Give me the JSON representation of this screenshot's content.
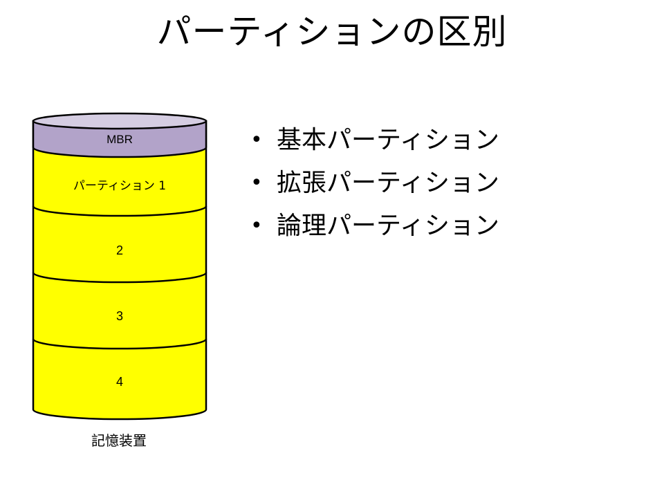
{
  "slide": {
    "title": "パーティションの区別",
    "bullets": [
      "基本パーティション",
      "拡張パーティション",
      "論理パーティション"
    ],
    "bullet_glyph": "•"
  },
  "diagram": {
    "segments": [
      {
        "label": "MBR",
        "fill": "#b2a3c9"
      },
      {
        "label": "パーティション 1",
        "fill": "#ffff00"
      },
      {
        "label": "2",
        "fill": "#ffff00"
      },
      {
        "label": "3",
        "fill": "#ffff00"
      },
      {
        "label": "4",
        "fill": "#ffff00"
      }
    ],
    "top_cap_fill": "#d5cde2",
    "outline_color": "#000000",
    "caption": "記憶装置"
  }
}
